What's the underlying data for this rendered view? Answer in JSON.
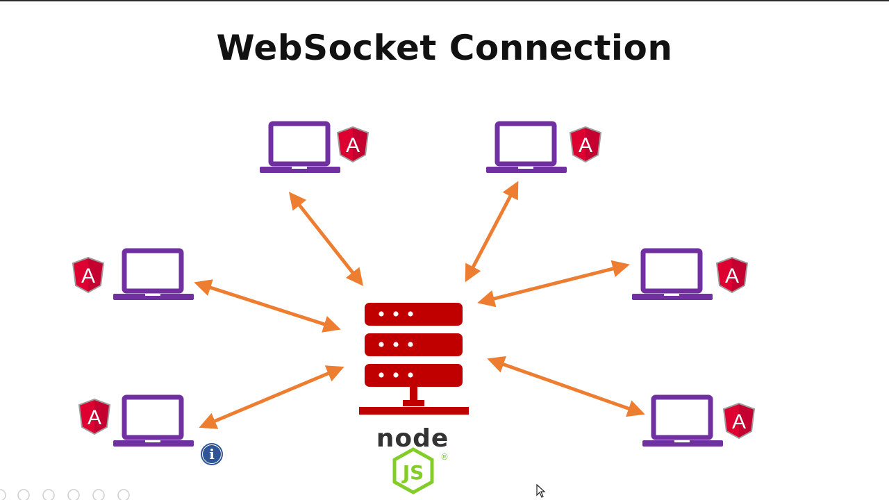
{
  "title": "WebSocket Connection",
  "server": {
    "runtime_logo_text": "node",
    "runtime_badge_text": "JS",
    "registered_mark": "®"
  },
  "clients": [
    {
      "id": "top-left",
      "framework_letter": "A"
    },
    {
      "id": "top-right",
      "framework_letter": "A"
    },
    {
      "id": "mid-left",
      "framework_letter": "A"
    },
    {
      "id": "mid-right",
      "framework_letter": "A"
    },
    {
      "id": "bottom-left",
      "framework_letter": "A"
    },
    {
      "id": "bottom-right",
      "framework_letter": "A"
    }
  ],
  "info_badge": {
    "glyph": "i"
  },
  "colors": {
    "laptop": "#7030a0",
    "arrow": "#ed7d31",
    "server": "#c00000",
    "angular_shield": "#dd0031",
    "angular_shield_dark": "#c3002f",
    "node_green": "#83cd29",
    "node_dark": "#333333",
    "info_blue": "#2f5597"
  },
  "icons": [
    "laptop-icon",
    "angular-logo-icon",
    "server-rack-icon",
    "network-base-icon",
    "nodejs-logo-icon",
    "info-icon",
    "cursor-icon"
  ]
}
